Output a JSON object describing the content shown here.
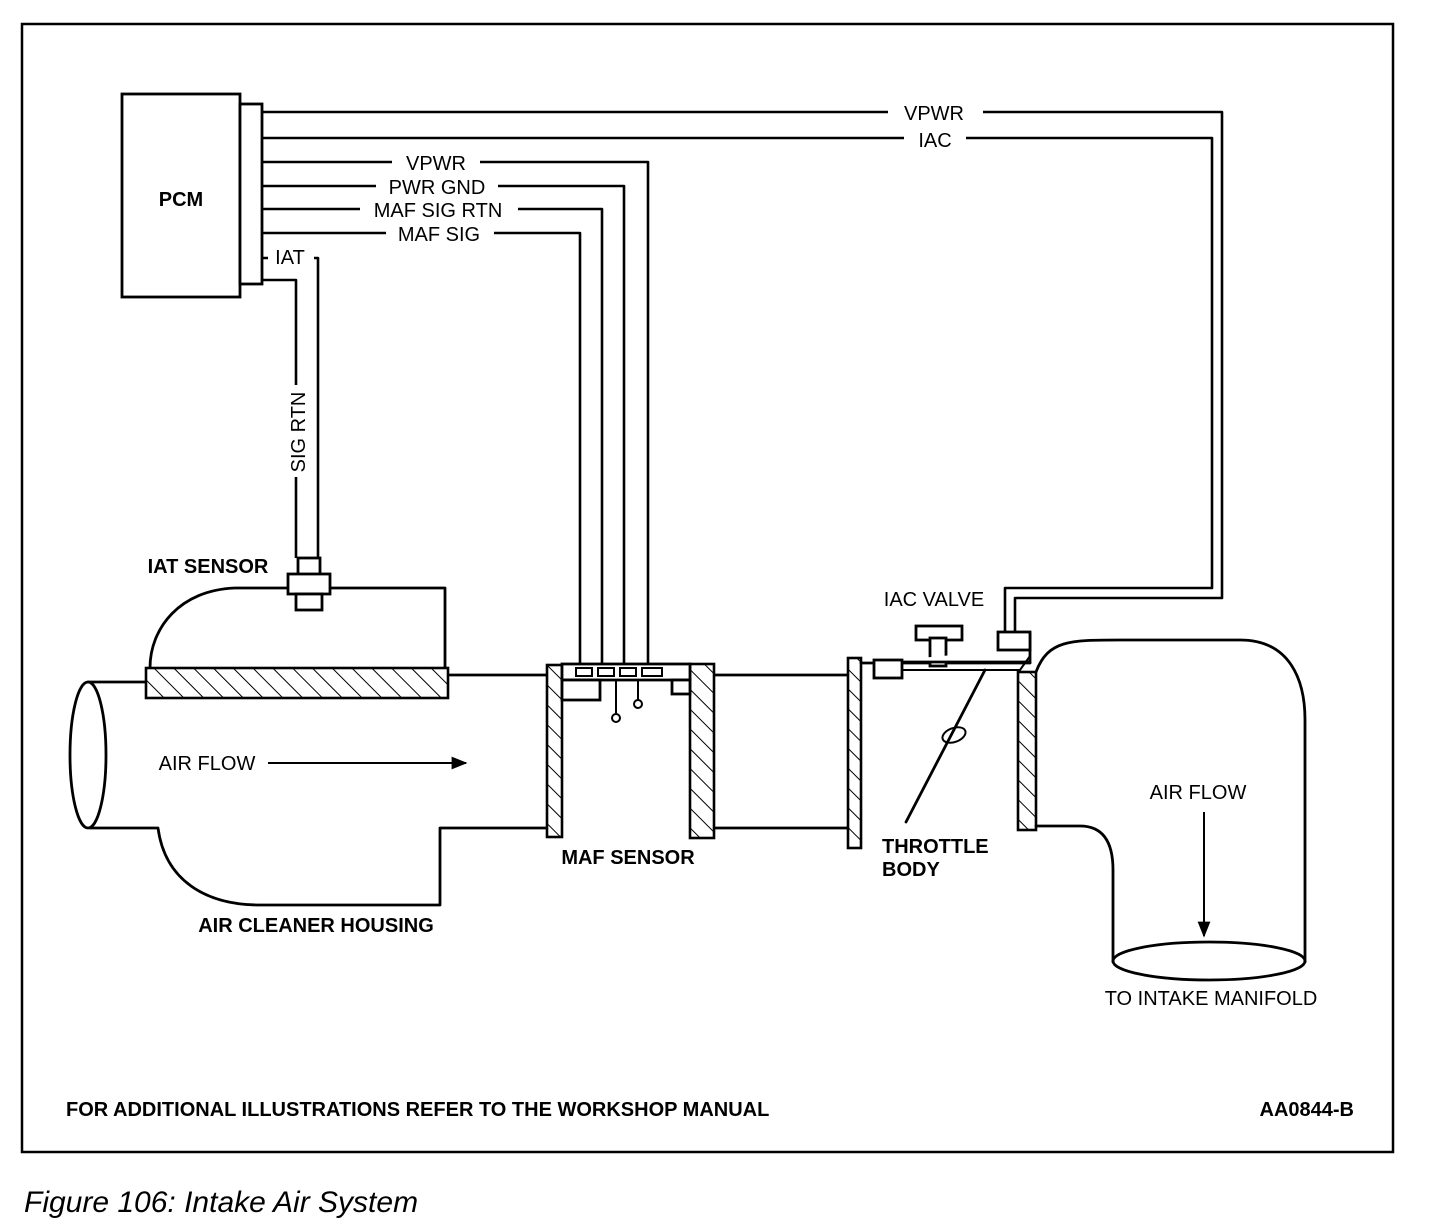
{
  "labels": {
    "pcm": "PCM",
    "vpwr_top": "VPWR",
    "iac_wire": "IAC",
    "vpwr": "VPWR",
    "pwr_gnd": "PWR GND",
    "maf_sig_rtn": "MAF SIG RTN",
    "maf_sig": "MAF SIG",
    "iat": "IAT",
    "sig_rtn": "SIG RTN",
    "iat_sensor": "IAT SENSOR",
    "iac_valve": "IAC VALVE",
    "air_flow_left": "AIR FLOW",
    "air_flow_right": "AIR FLOW",
    "maf_sensor": "MAF SENSOR",
    "throttle": "THROTTLE",
    "body": "BODY",
    "air_cleaner_housing": "AIR CLEANER HOUSING",
    "to_intake_manifold": "TO INTAKE MANIFOLD",
    "footer_note": "FOR ADDITIONAL ILLUSTRATIONS REFER TO THE WORKSHOP MANUAL",
    "figure_code": "AA0844-B"
  },
  "caption": "Figure 106: Intake Air System"
}
